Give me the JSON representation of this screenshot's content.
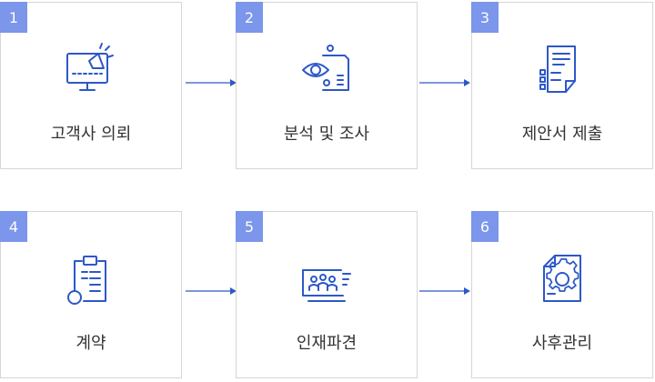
{
  "colors": {
    "accent": "#2d58c8",
    "badge": "#7b96ea",
    "border": "#d6d6d6",
    "text": "#333333"
  },
  "steps": [
    {
      "number": "1",
      "label": "고객사 의뢰",
      "icon": "monitor-megaphone-icon"
    },
    {
      "number": "2",
      "label": "분석 및 조사",
      "icon": "eye-document-icon"
    },
    {
      "number": "3",
      "label": "제안서 제출",
      "icon": "proposal-document-icon"
    },
    {
      "number": "4",
      "label": "계약",
      "icon": "clipboard-contract-icon"
    },
    {
      "number": "5",
      "label": "인재파견",
      "icon": "people-screen-icon"
    },
    {
      "number": "6",
      "label": "사후관리",
      "icon": "gear-document-icon"
    }
  ]
}
